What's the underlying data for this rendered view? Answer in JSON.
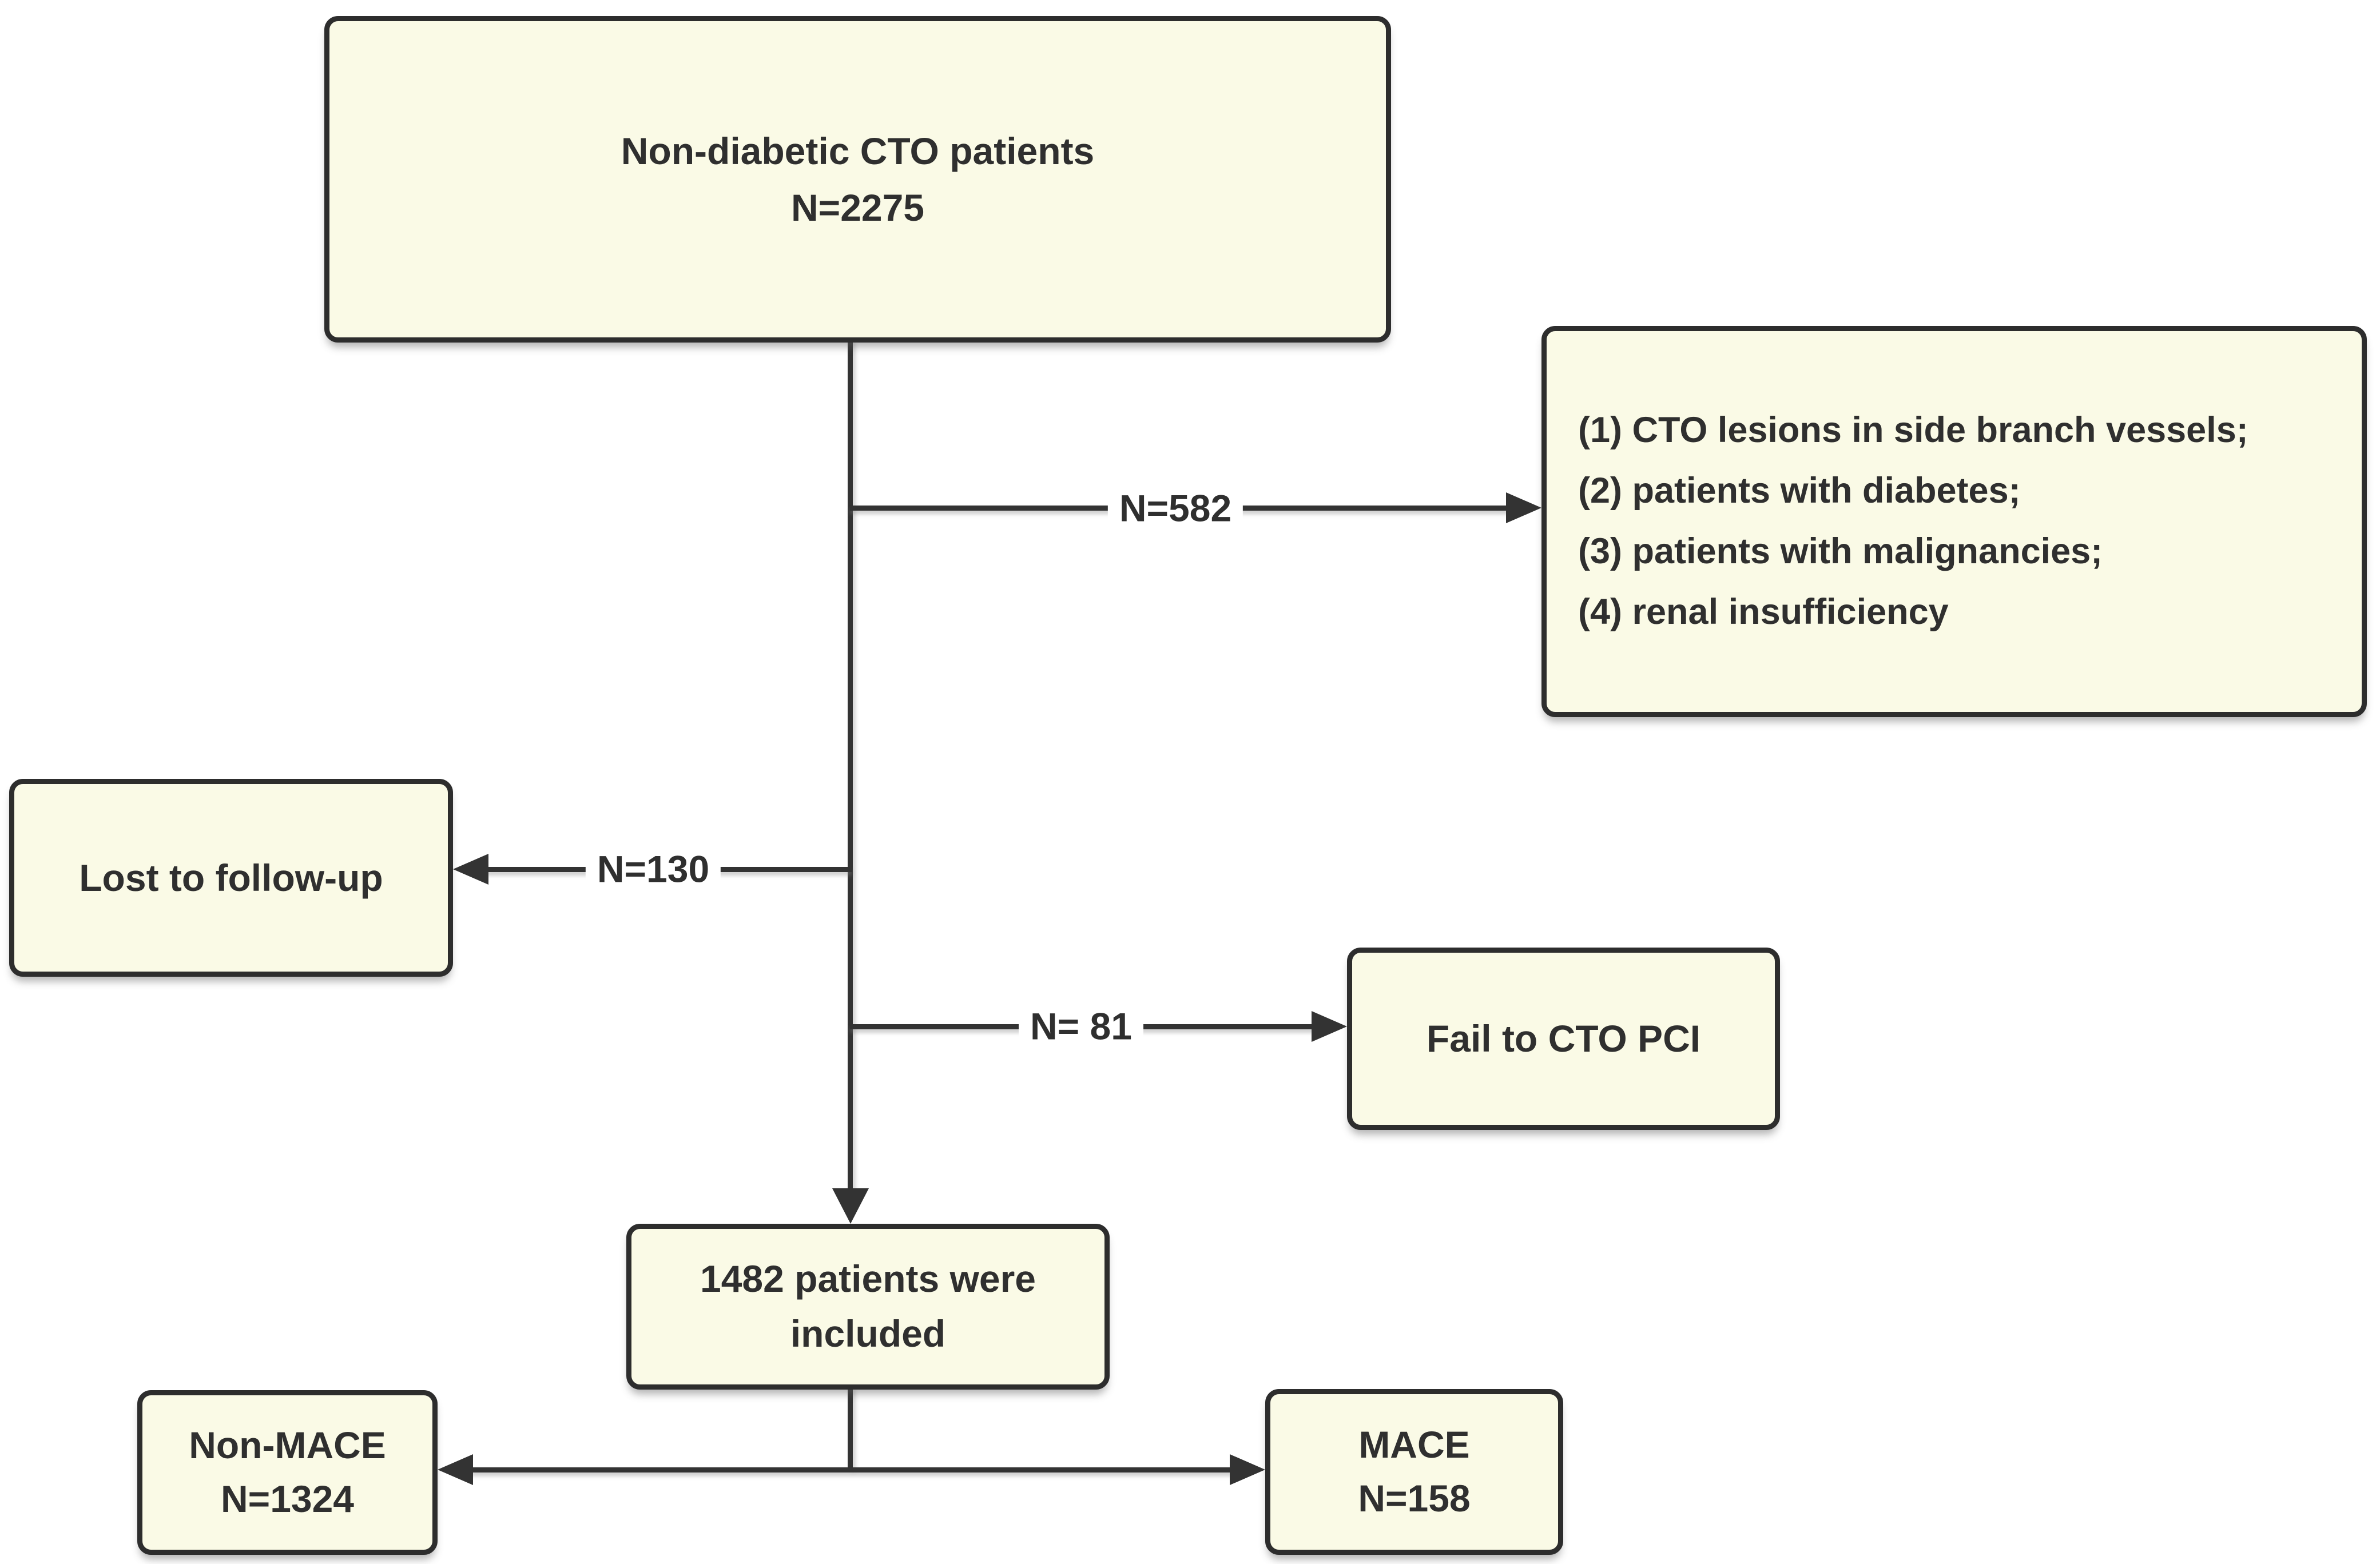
{
  "figure": {
    "type": "patient-flow-diagram",
    "background_color": "#ffffff",
    "box_fill_color": "#fafae6",
    "box_border_color": "#2d2d2d",
    "line_color": "#333333",
    "text_color": "#2f2f2f"
  },
  "nodes": {
    "top": {
      "line1": "Non-diabetic CTO patients",
      "line2": "N=2275"
    },
    "exclusion": {
      "items": [
        "(1) CTO lesions in side branch vessels;",
        "(2) patients with diabetes;",
        "(3) patients with malignancies;",
        "(4) renal insufficiency"
      ]
    },
    "lost": {
      "label": "Lost to follow-up"
    },
    "fail": {
      "label": "Fail to CTO PCI"
    },
    "included": {
      "line1": "1482 patients were",
      "line2": "included"
    },
    "non_mace": {
      "line1": "Non-MACE",
      "line2": "N=1324"
    },
    "mace": {
      "line1": "MACE",
      "line2": "N=158"
    }
  },
  "edges": {
    "excluded_count": "N=582",
    "lost_count": "N=130",
    "fail_count": "N= 81"
  }
}
